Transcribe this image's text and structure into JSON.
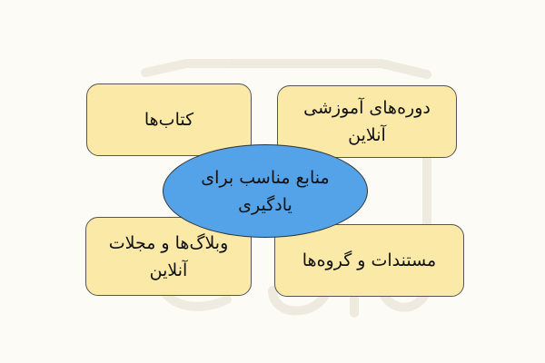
{
  "diagram": {
    "center_label": "منابع مناسب برای یادگیری",
    "nodes": {
      "books": "کتاب‌ها",
      "courses": "دوره‌های آموزشی آنلاین",
      "blogs": "وبلاگ‌ها و مجلات آنلاین",
      "docs": "مستندات و گروه‌ها"
    }
  },
  "colors": {
    "background": "#fdfbf5",
    "box_fill": "#fbe9a7",
    "center_fill": "#54a2e8"
  }
}
